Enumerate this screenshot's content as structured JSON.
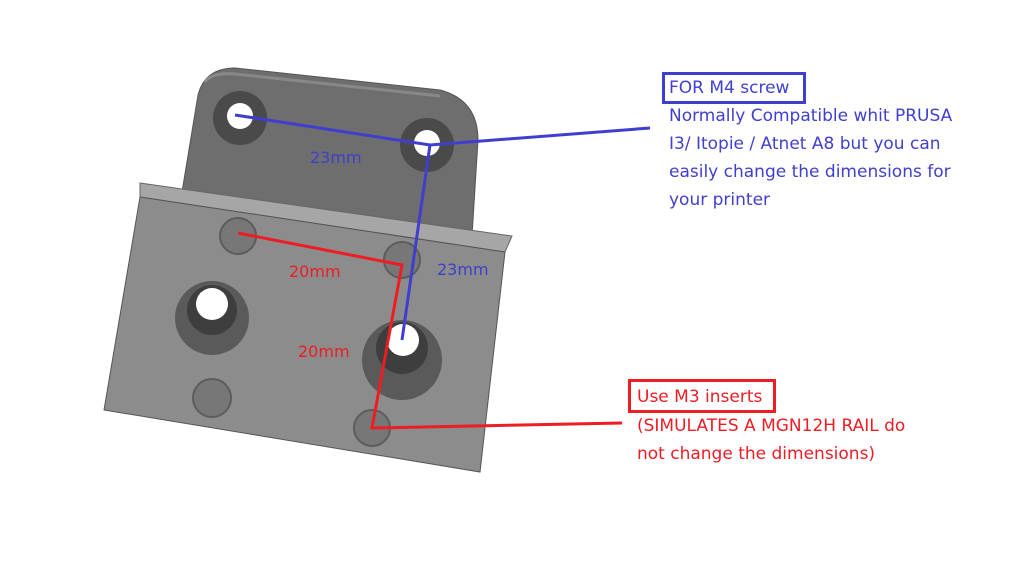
{
  "colors": {
    "blue": "#3f3fcf",
    "red": "#ee1c24",
    "part_face": "#8c8c8c",
    "part_top": "#a3a3a3",
    "tab": "#6e6e6e"
  },
  "m4_note": {
    "title": "FOR M4 screw",
    "lines": [
      "Normally Compatible whit PRUSA",
      "I3/ Itopie / Atnet A8 but you can",
      "easily change the dimensions for",
      "your printer"
    ]
  },
  "m3_note": {
    "title": "Use M3 inserts",
    "lines": [
      "(SIMULATES A MGN12H RAIL do",
      "not change the dimensions)"
    ]
  },
  "dimensions": {
    "blue_horizontal": "23mm",
    "blue_vertical": "23mm",
    "red_horizontal": "20mm",
    "red_vertical": "20mm"
  }
}
